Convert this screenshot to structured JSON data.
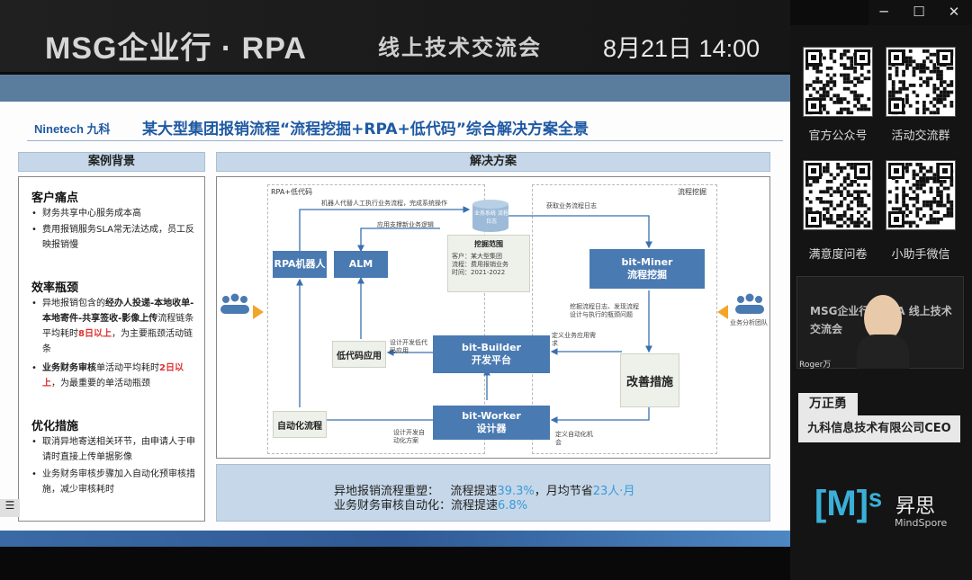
{
  "window": {
    "minimize_icon": "─",
    "maximize_icon": "☐",
    "close_icon": "✕"
  },
  "banner": {
    "title": "MSG企业行 · RPA",
    "subtitle": "线上技术交流会",
    "date": "8月21日 14:00"
  },
  "qrcodes": [
    {
      "label": "官方公众号"
    },
    {
      "label": "活动交流群"
    },
    {
      "label": "满意度问卷"
    },
    {
      "label": "小助手微信"
    }
  ],
  "slide": {
    "logo": "Ninetech 九科",
    "title": "某大型集团报销流程“流程挖掘+RPA+低代码”综合解决方案全景",
    "left_header": "案例背景",
    "right_header": "解决方案",
    "pain": {
      "title": "客户痛点",
      "items": [
        "财务共享中心服务成本高",
        "费用报销服务SLA常无法达成，员工反映报销慢"
      ]
    },
    "bottleneck": {
      "title": "效率瓶颈",
      "item1": {
        "a": "异地报销包含的",
        "b": "经办人投递-本地收单-本地寄件-共享签收-影像上传",
        "c": "流程链条平均耗时",
        "d": "8日以上",
        "e": "，为主要瓶颈活动链条"
      },
      "item2": {
        "a": "业务财务审核",
        "b": "单活动平均耗时",
        "c": "2日以上",
        "d": "，为最重要的单活动瓶颈"
      }
    },
    "measures": {
      "title": "优化措施",
      "items": [
        "取消异地寄送相关环节，由申请人于申请时直接上传单据影像",
        "业务财务审核步骤加入自动化预审核措施，减少审核耗时"
      ]
    },
    "diagram": {
      "rpa_area": "RPA+低代码",
      "mining_area": "流程挖掘",
      "rpa_robot": "RPA机器人",
      "alm": "ALM",
      "lowcode_app": "低代码应用",
      "auto_flow": "自动化流程",
      "miner": "bit-Miner\n流程挖掘",
      "builder": "bit-Builder\n开发平台",
      "worker": "bit-Worker\n设计器",
      "improve": "改善措施",
      "db": "业务系统\n流程日志",
      "scope_title": "挖掘范围",
      "scope_items": [
        "客户：某大型集团",
        "流程：费用报销业务",
        "时间：2021-2022"
      ],
      "note_top": "机器人代替人工执行业务流程，完成系统操作",
      "note_support": "应用支撑新业务逻辑",
      "note_log": "获取业务流程日志",
      "note_mine": "挖掘流程日志、发现流程设计与执行的瓶颈问题",
      "note_def": "定义业务应用需求",
      "note_dev": "设计开发低代码应用",
      "note_auto": "设计开发自动化方案",
      "note_chance": "定义自动化机会",
      "team": "业务分析团队"
    },
    "results": {
      "l1_label": "异地报销流程重塑：",
      "l1_a": "流程提速",
      "l1_v": "39.3%",
      "l1_b": "，月均节省",
      "l1_v2": "23人·月",
      "l2_label": "业务财务审核自动化：",
      "l2_a": "流程提速",
      "l2_v": "6.8%"
    }
  },
  "camera": {
    "name": "Roger万",
    "overlay": "MSG企业行 · RPA 线上技术交流会"
  },
  "speaker": {
    "name": "万正勇",
    "title": "九科信息技术有限公司CEO"
  },
  "brand": {
    "logo": "[M]ˢ",
    "name": "昇思",
    "sub": "MindSpore"
  },
  "colors": {
    "accent": "#1f5aa3",
    "box": "#4a7ab2",
    "highlight": "#3a9ad9",
    "red": "#e03030"
  }
}
